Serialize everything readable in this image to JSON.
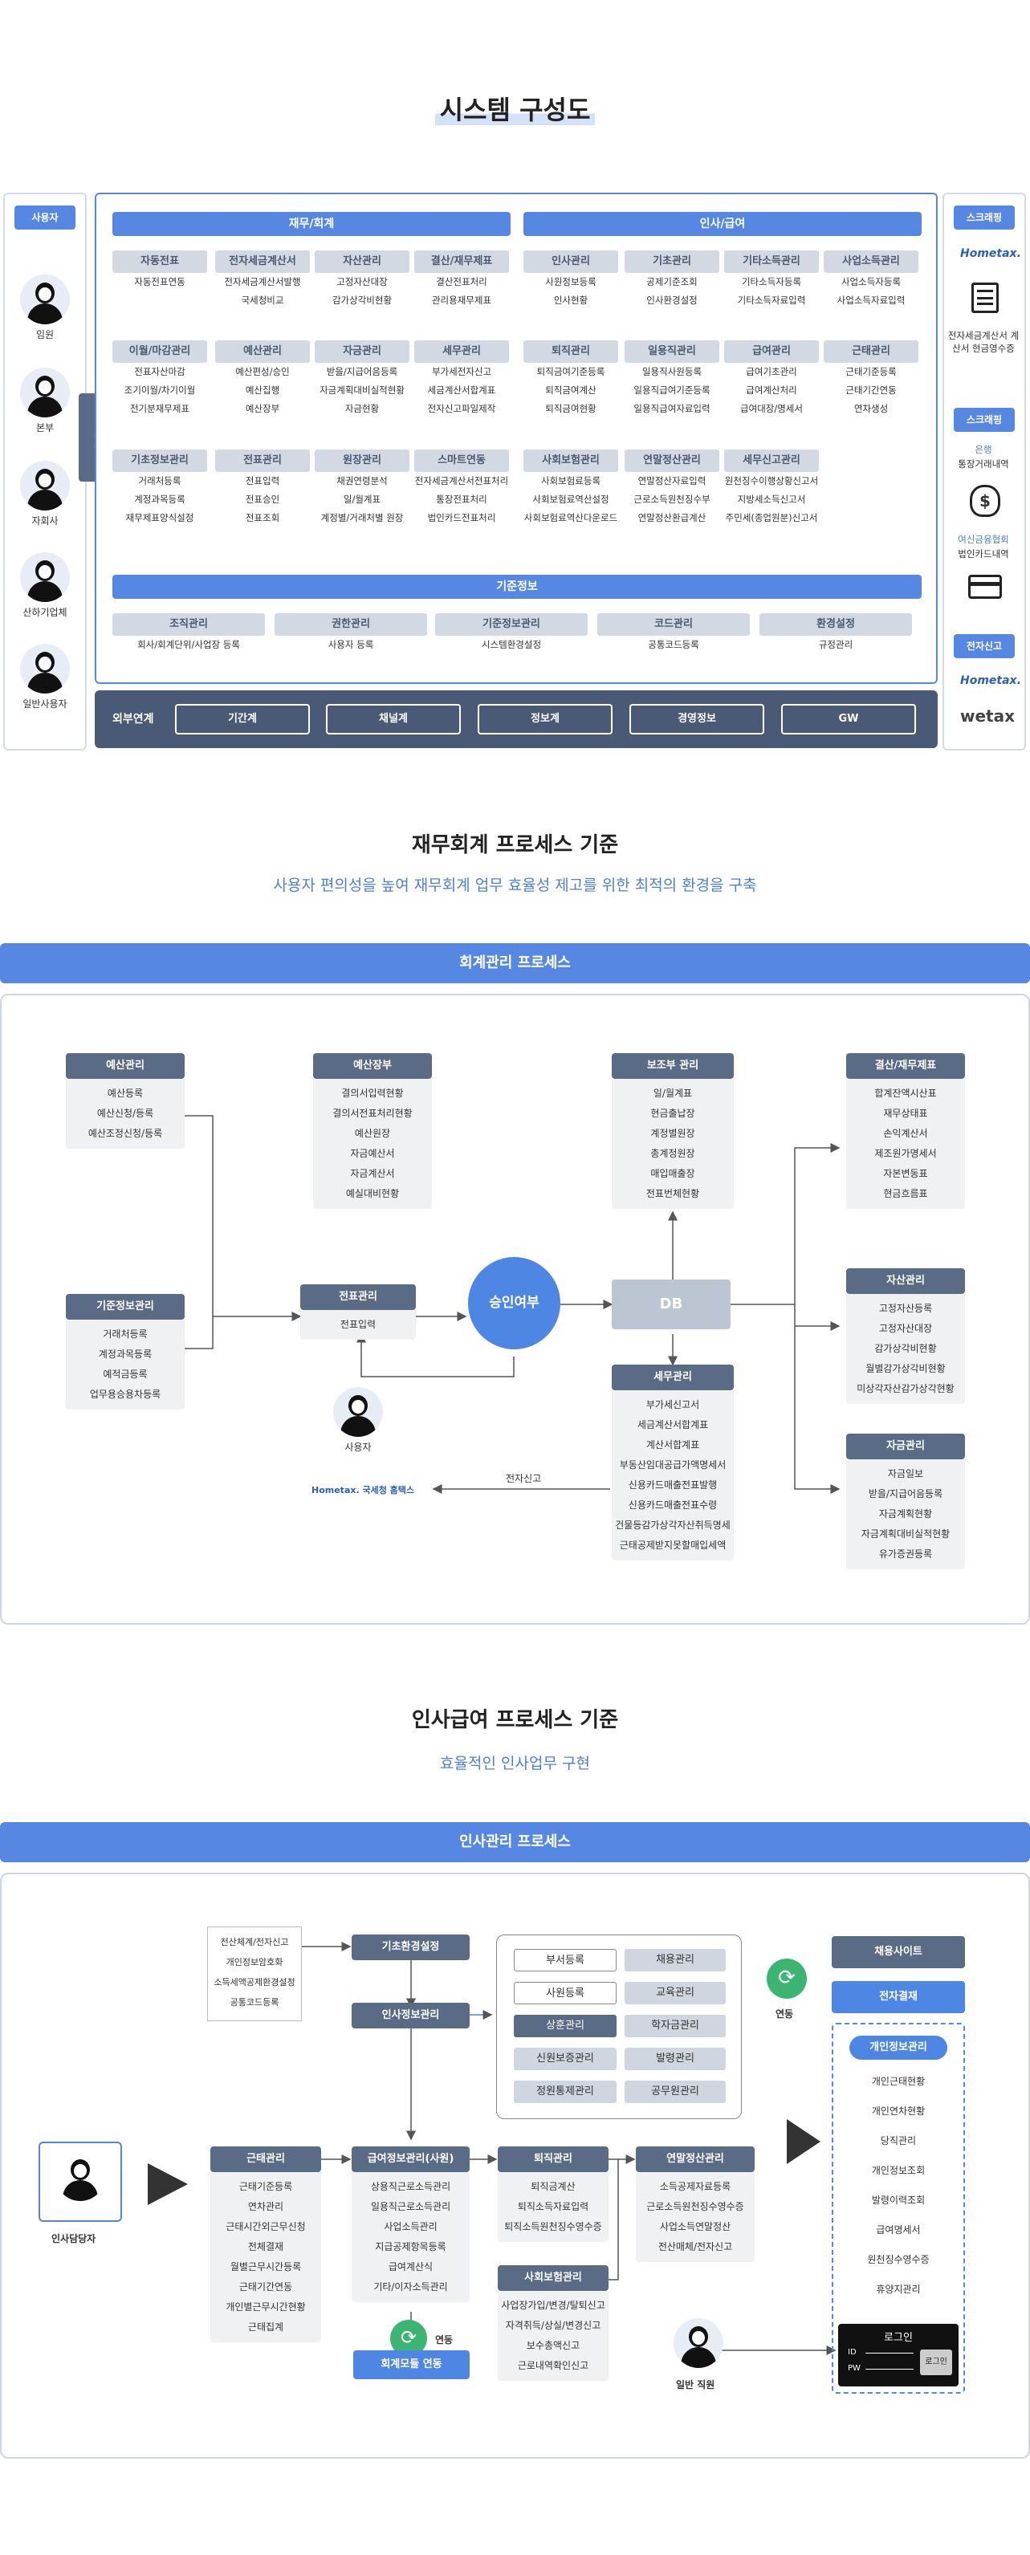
{
  "system": {
    "title": "시스템 구성도",
    "users_label": "사용자",
    "login_label": "로그인",
    "users": [
      "임원",
      "본부",
      "자회사",
      "산하기업체",
      "일반사용자"
    ],
    "finance_header": "재무/회계",
    "hr_header": "인사/급여",
    "groups": [
      {
        "h": "자동전표",
        "items": [
          "자동전표연동"
        ]
      },
      {
        "h": "전자세금계산서",
        "items": [
          "전자세금계산서발행",
          "국세청비교"
        ]
      },
      {
        "h": "자산관리",
        "items": [
          "고정자산대장",
          "감가상각비현황"
        ]
      },
      {
        "h": "결산/재무제표",
        "items": [
          "결산전표처리",
          "관리용재무제표"
        ]
      },
      {
        "h": "인사관리",
        "items": [
          "사원정보등록",
          "인사현황"
        ]
      },
      {
        "h": "기초관리",
        "items": [
          "공제기준조회",
          "인사환경설정"
        ]
      },
      {
        "h": "기타소득관리",
        "items": [
          "기타소득자등록",
          "기타소득자료입력"
        ]
      },
      {
        "h": "사업소득관리",
        "items": [
          "사업소득자등록",
          "사업소득자료입력"
        ]
      },
      {
        "h": "이월/마감관리",
        "items": [
          "전표자산마감",
          "조기이월/차기이월",
          "전기분재무제표"
        ]
      },
      {
        "h": "예산관리",
        "items": [
          "예산편성/승인",
          "예산집행",
          "예산장부"
        ]
      },
      {
        "h": "자금관리",
        "items": [
          "받을/지급어음등록",
          "자금계획대비실적현황",
          "자금현황"
        ]
      },
      {
        "h": "세무관리",
        "items": [
          "부가세전자신고",
          "세금계산서합계표",
          "전자신고파일제작"
        ]
      },
      {
        "h": "퇴직관리",
        "items": [
          "퇴직금여기준등록",
          "퇴직금여계산",
          "퇴직금여현황"
        ]
      },
      {
        "h": "일용직관리",
        "items": [
          "일용직사원등록",
          "일용직급여기준등록",
          "일용직급여자료입력"
        ]
      },
      {
        "h": "급여관리",
        "items": [
          "급여기초관리",
          "급여계산처리",
          "급여대장/명세서"
        ]
      },
      {
        "h": "근태관리",
        "items": [
          "근태기준등록",
          "근태기간연동",
          "연차생성"
        ]
      },
      {
        "h": "기초정보관리",
        "items": [
          "거래처등록",
          "계정과목등록",
          "재무제표양식설정"
        ]
      },
      {
        "h": "전표관리",
        "items": [
          "전표입력",
          "전표승인",
          "전표조회"
        ]
      },
      {
        "h": "원장관리",
        "items": [
          "채권연령분석",
          "일/월계표",
          "계정별/거래처별 원장"
        ]
      },
      {
        "h": "스마트연동",
        "items": [
          "전자세금계산서전표처리",
          "통장전표처리",
          "법인카드전표처리"
        ]
      },
      {
        "h": "사회보험관리",
        "items": [
          "사회보험료등록",
          "사회보험료역산설정",
          "사회보험료역산다운로드"
        ]
      },
      {
        "h": "연말정산관리",
        "items": [
          "연말정산자료입력",
          "근로소득원천징수부",
          "연말정산환급계산"
        ]
      },
      {
        "h": "세무신고관리",
        "items": [
          "원천징수이행상황신고서",
          "지방세소득신고서",
          "주민세(종업원분)신고서"
        ]
      }
    ],
    "basic_header": "기준정보",
    "basic_groups": [
      {
        "h": "조직관리",
        "items": [
          "회사/회계단위/사업장 등록"
        ]
      },
      {
        "h": "권한관리",
        "items": [
          "사용자 등록"
        ]
      },
      {
        "h": "기준정보관리",
        "items": [
          "시스템환경설정"
        ]
      },
      {
        "h": "코드관리",
        "items": [
          "공통코드등록"
        ]
      },
      {
        "h": "환경설정",
        "items": [
          "규정관리"
        ]
      }
    ],
    "external_label": "외부연계",
    "external": [
      "기간계",
      "채널계",
      "정보계",
      "경영정보",
      "GW"
    ],
    "scraping1": "스크래핑",
    "hometax_logo": "Hometax.",
    "scraping1_text": "전자세금계산서 계산서 현금영수증",
    "scraping2": "스크래핑",
    "bank_text1": "은행",
    "bank_text2": "통장거래내역",
    "card_text1": "여신금융협회",
    "card_text2": "법인카드내역",
    "efile": "전자신고",
    "wetax_logo": "wetax"
  },
  "finance": {
    "heading": "재무회계 프로세스 기준",
    "sub": "사용자 편의성을 높여 재무회계 업무 효율성 제고를 위한 최적의 환경을 구축",
    "bar": "회계관리 프로세스",
    "budget": {
      "h": "예산관리",
      "items": [
        "예산등록",
        "예산신청/등록",
        "예산조정신청/등록"
      ]
    },
    "baseinfo": {
      "h": "기준정보관리",
      "items": [
        "거래처등록",
        "계정과목등록",
        "예적금등록",
        "업무용승용차등록"
      ]
    },
    "ledger": {
      "h": "예산장부",
      "items": [
        "결의서입력현황",
        "결의서전표처리현황",
        "예산원장",
        "자금예산서",
        "자금계산서",
        "예실대비현황"
      ]
    },
    "voucher": {
      "h": "전표관리",
      "items": [
        "전표입력"
      ]
    },
    "approval": "승인여부",
    "db": "DB",
    "aux": {
      "h": "보조부 관리",
      "items": [
        "일/월계표",
        "현금출납장",
        "계정별원장",
        "총계정원장",
        "매입매출장",
        "전표번체현황"
      ]
    },
    "tax": {
      "h": "세무관리",
      "items": [
        "부가세신고서",
        "세금계산서합계표",
        "계산서합계표",
        "부동산임대공급가액명세서",
        "신용카드매출전표발행",
        "신용카드매출전표수령",
        "건물등감가상각자산취득명세",
        "근태공제받지못할매입세액"
      ]
    },
    "user": "사용자",
    "hometax": "Hometax. 국세청 홈택스",
    "efile": "전자신고",
    "settle": {
      "h": "결산/재무제표",
      "items": [
        "합계잔액시산표",
        "재무상태표",
        "손익계산서",
        "제조원가명세서",
        "자본변동표",
        "현금흐름표"
      ]
    },
    "asset": {
      "h": "자산관리",
      "items": [
        "고정자산등록",
        "고정자산대장",
        "감가상각비현황",
        "월별감가상각비현황",
        "미상각자산감가상각현황"
      ]
    },
    "fund": {
      "h": "자금관리",
      "items": [
        "자금일보",
        "받을/지급어음등록",
        "자금계획현황",
        "자금계획대비실적현황",
        "유가증권등록"
      ]
    }
  },
  "hr": {
    "heading": "인사급여 프로세스 기준",
    "sub": "효율적인 인사업무 구현",
    "bar": "인사관리 프로세스",
    "notes": [
      "전산체계/전자신고",
      "개인정보암호화",
      "소득세액공제환경설정",
      "공통코드등록"
    ],
    "env": "기초환경설정",
    "info": "인사정보관리",
    "hr_buttons": [
      "부서등록",
      "채용관리",
      "사원등록",
      "교육관리",
      "상훈관리",
      "학자금관리",
      "신원보증관리",
      "발령관리",
      "정원통제관리",
      "공무원관리"
    ],
    "link1": "연동",
    "recruit": "채용사이트",
    "epay": "전자결재",
    "personal": {
      "h": "개인정보관리",
      "items": [
        "개인근태현황",
        "개인연차현황",
        "당직관리",
        "개인정보조회",
        "발령이력조회",
        "급여명세서",
        "원천징수영수증",
        "휴양지관리"
      ]
    },
    "manager": "인사담당자",
    "attend": {
      "h": "근태관리",
      "items": [
        "근태기준등록",
        "연차관리",
        "근태시간외근무신청",
        "전체결재",
        "월별근무시간등록",
        "근태기간연동",
        "개인별근무시간현황",
        "근태집계"
      ]
    },
    "payroll": {
      "h": "급여정보관리(사원)",
      "items": [
        "상용직근로소득관리",
        "일용직근로소득관리",
        "사업소득관리",
        "지급공제항목등록",
        "급여계산식",
        "기타/이자소득관리"
      ]
    },
    "link2": "연동",
    "acct": "회계모듈 연동",
    "retire": {
      "h": "퇴직관리",
      "items": [
        "퇴직금계산",
        "퇴직소득자료입력",
        "퇴직소득원천징수영수증"
      ]
    },
    "social": {
      "h": "사회보험관리",
      "items": [
        "사업장가입/변경/탈퇴신고",
        "자격취득/상실/변경신고",
        "보수총액신고",
        "근로내역확인신고"
      ]
    },
    "yearend": {
      "h": "연말정산관리",
      "items": [
        "소득공제자료등록",
        "근로소득원천징수영수증",
        "사업소득연말정산",
        "전산매체/전자신고"
      ]
    },
    "login": "로그인",
    "id": "ID",
    "pw": "PW",
    "login_btn": "로그인",
    "general": "일반 직원"
  }
}
